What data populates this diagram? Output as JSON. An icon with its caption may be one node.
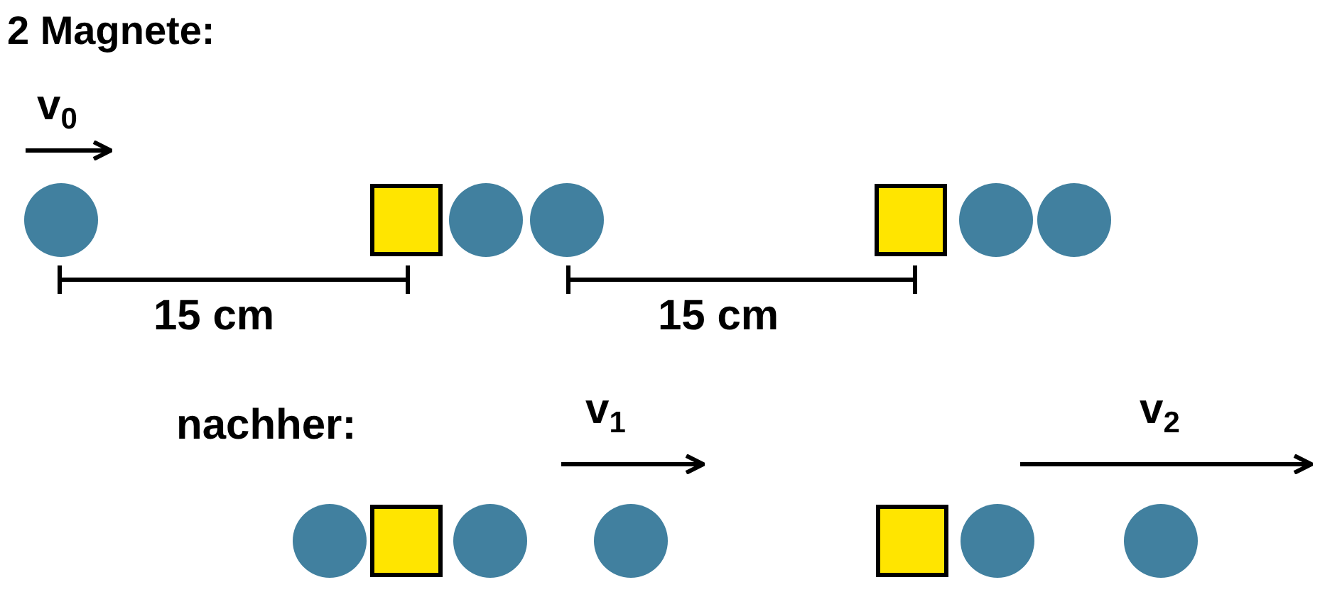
{
  "diagram": {
    "title": "2 Magnete:",
    "labels": [
      "v$_{0}$",
      "15 cm",
      "15 cm",
      "nachher:",
      "v$_{1}$",
      "v$_{2}$"
    ]
  }
}
